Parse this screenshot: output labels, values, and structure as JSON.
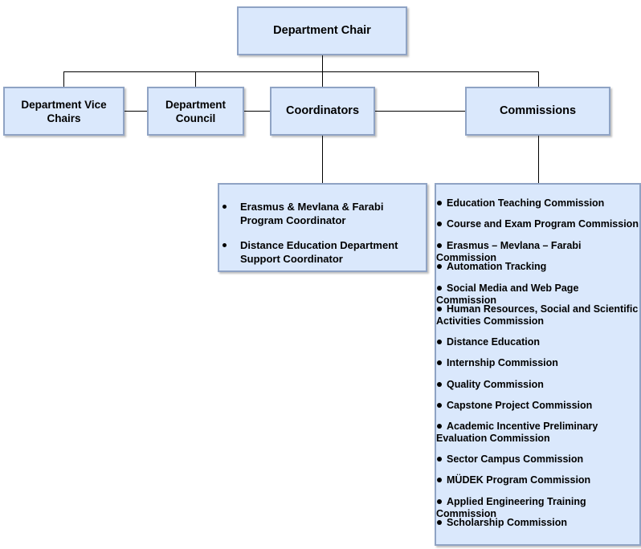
{
  "nodes": {
    "chair": "Department Chair",
    "vice_chairs": "Department Vice Chairs",
    "council": "Department Council",
    "coordinators": "Coordinators",
    "commissions": "Commissions"
  },
  "coordinators_list": [
    "Erasmus & Mevlana & Farabi Program Coordinator",
    "Distance Education Department Support Coordinator"
  ],
  "commissions_list": [
    "Education Teaching Commission",
    "Course and Exam Program Commission",
    "Erasmus – Mevlana – Farabi Commission",
    "Automation Tracking",
    "Social Media and Web Page Commission",
    "Human Resources, Social and Scientific Activities Commission",
    "Distance Education",
    "Internship Commission",
    "Quality Commission",
    "Capstone Project Commission",
    "Academic Incentive Preliminary Evaluation Commission",
    "Sector Campus Commission",
    "MÜDEK Program Commission",
    "Applied Engineering Training Commission",
    "Scholarship Commission"
  ],
  "colors": {
    "box_fill": "#dae8fc",
    "box_border": "#8fa3c4",
    "connector": "#000000"
  }
}
